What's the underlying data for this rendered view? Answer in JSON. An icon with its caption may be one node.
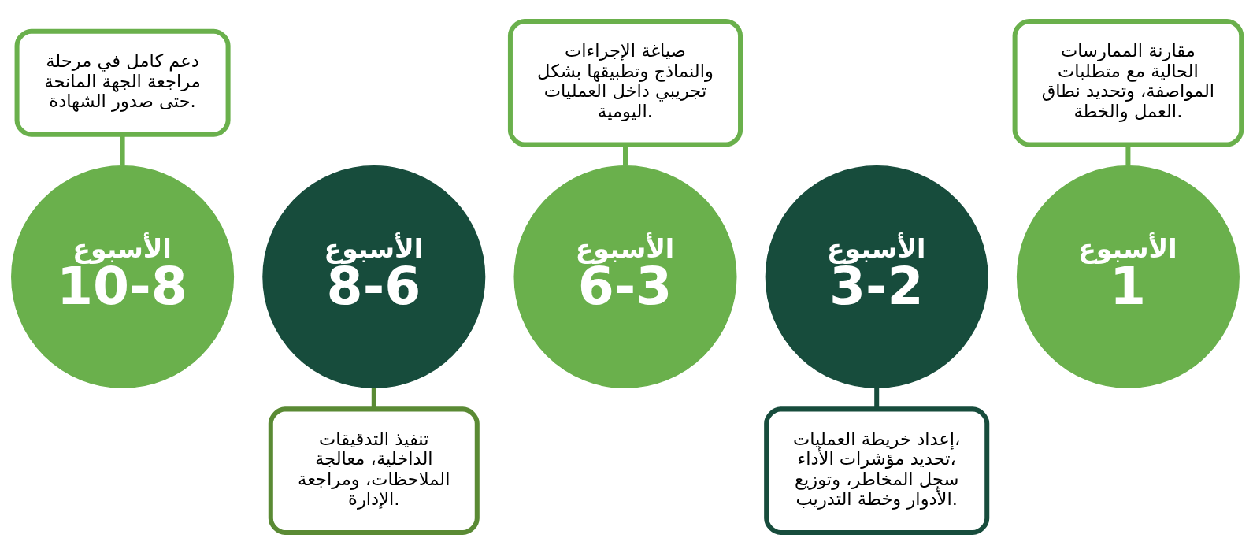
{
  "diagram": {
    "nodes": [
      {
        "text": [
          "الأسبوع",
          "1"
        ]
      },
      {
        "text": [
          "مقارنة الممارسات الحالية مع متطلبات المواصفة، وتحديد نطاق العمل والخطة."
        ]
      },
      {
        "text": [
          "الأسبوع",
          "3-2"
        ]
      },
      {
        "text": [
          "إعداد خريطة العمليات، تحديد مؤشرات الأداء، سجل المخاطر، وتوزيع الأدوار وخطة التدريب."
        ]
      },
      {
        "text": [
          "الأسبوع",
          "6-3"
        ]
      },
      {
        "text": [
          "صياغة الإجراءات والنماذج وتطبيقها بشكل تجريبي داخل العمليات اليومية."
        ]
      },
      {
        "text": [
          "الأسبوع",
          "8-6"
        ]
      },
      {
        "text": [
          "تنفيذ التدقيقات الداخلية، معالجة الملاحظات، ومراجعة الإدارة."
        ]
      },
      {
        "text": [
          "الأسبوع",
          "10-8"
        ]
      },
      {
        "text": [
          "دعم كامل في مرحلة مراجعة الجهة المانحة حتى صدور الشهادة."
        ]
      }
    ],
    "edges": [
      {
        "from": 1,
        "to": 0,
        "arrow": "none"
      },
      {
        "from": 2,
        "to": 3,
        "arrow": "none",
        "color": "#174c3c"
      },
      {
        "from": 5,
        "to": 4,
        "arrow": "none"
      },
      {
        "from": 6,
        "to": 7,
        "arrow": "none",
        "color": "#5a8a34"
      },
      {
        "from": 9,
        "to": 8,
        "arrow": "none"
      }
    ]
  }
}
